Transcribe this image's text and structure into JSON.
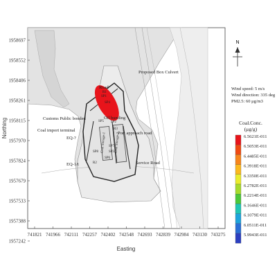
{
  "chart_data": {
    "type": "contour_map",
    "xlabel": "Easting",
    "ylabel": "Northing",
    "x_ticks": [
      "741821",
      "741966",
      "742111",
      "742257",
      "742402",
      "742548",
      "742693",
      "742839",
      "742984",
      "743130",
      "743275"
    ],
    "y_ticks": [
      "1958697",
      "1958552",
      "1958406",
      "1958261",
      "1958115",
      "1957970",
      "1957824",
      "1957679",
      "1957533",
      "1957388",
      "1957242"
    ],
    "map_labels": [
      {
        "name": "proposed-box-culvert",
        "text": "Proposed Box Culvert"
      },
      {
        "name": "road",
        "text": "Road"
      },
      {
        "name": "oil-bunding",
        "text": "Oil bunding"
      },
      {
        "name": "customs-public-bonded",
        "text": "Customs Public bonded"
      },
      {
        "name": "coal-import-terminal",
        "text": "Coal  import terminal"
      },
      {
        "name": "port-approach-road",
        "text": "Port approach road"
      },
      {
        "name": "service-road",
        "text": "Service Road"
      },
      {
        "name": "eq1",
        "text": "EQ-1/t"
      },
      {
        "name": "eq-top",
        "text": "EQ-?"
      },
      {
        "name": "coal-storage-1",
        "text": "Coal Storage-1"
      },
      {
        "name": "coal-storage-2",
        "text": "Coal Storage-2"
      },
      {
        "name": "sp1",
        "text": "SP1"
      },
      {
        "name": "sp2",
        "text": "SP2"
      },
      {
        "name": "sp3",
        "text": "SP3"
      },
      {
        "name": "sp4",
        "text": "SP4"
      },
      {
        "name": "sp5",
        "text": "SP5"
      },
      {
        "name": "sp6",
        "text": "SP6"
      },
      {
        "name": "sp7",
        "text": "SP7"
      },
      {
        "name": "sp8",
        "text": "SP8"
      },
      {
        "name": "r1",
        "text": "R1"
      },
      {
        "name": "r2",
        "text": "R2"
      },
      {
        "name": "r3",
        "text": "R3"
      }
    ],
    "info": [
      "Wind speed: 5 m/s",
      "Wind direction: 335 deg",
      "PM2.5: 60 μg/m3"
    ],
    "north_label": "N",
    "legend": {
      "title": [
        "Coal.Conc.",
        "(μg/g)"
      ],
      "entries": [
        {
          "value": "6.5621E-011",
          "color": "#e8141b"
        },
        {
          "value": "6.5053E-011",
          "color": "#f04a12"
        },
        {
          "value": "6.4485E-011",
          "color": "#f7851c"
        },
        {
          "value": "6.3918E-011",
          "color": "#fbb91e"
        },
        {
          "value": "6.3350E-011",
          "color": "#eaec2c"
        },
        {
          "value": "6.2782E-011",
          "color": "#a7db2c"
        },
        {
          "value": "6.2214E-011",
          "color": "#4cc83a"
        },
        {
          "value": "6.1646E-011",
          "color": "#20c6b4"
        },
        {
          "value": "6.1079E-011",
          "color": "#1ea4dc"
        },
        {
          "value": "6.0511E-011",
          "color": "#2a6fd6"
        },
        {
          "value": "5.9943E-011",
          "color": "#2c3fc0"
        }
      ]
    }
  }
}
